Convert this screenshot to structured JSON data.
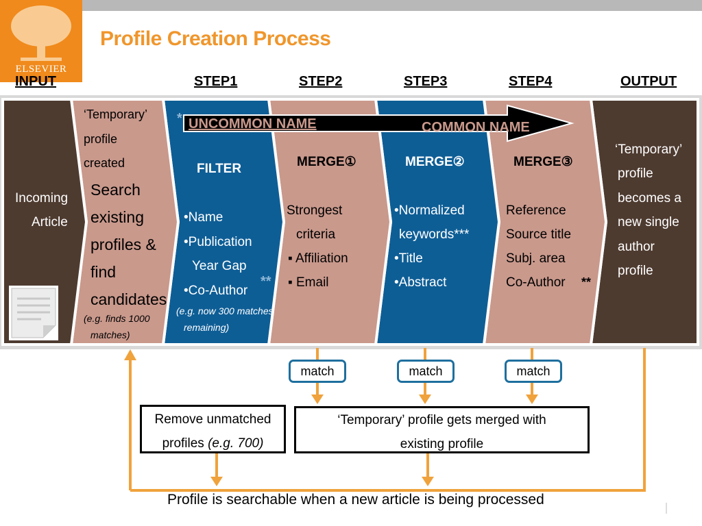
{
  "brand": {
    "logo_text": "ELSEVIER"
  },
  "title": "Profile Creation Process",
  "headers": {
    "input": "INPUT",
    "step1": "STEP1",
    "step2": "STEP2",
    "step3": "STEP3",
    "step4": "STEP4",
    "output": "OUTPUT"
  },
  "arrow_labels": {
    "uncommon": "UNCOMMON NAME",
    "common": "COMMON NAME",
    "star": "*"
  },
  "input": {
    "line1": "Incoming",
    "line2": "Article"
  },
  "temp": {
    "l1": "‘Temporary’",
    "l2": "profile",
    "l3": "created",
    "s1": "Search",
    "s2": "existing",
    "s3": "profiles &",
    "s4": "find",
    "s5": "candidates",
    "e1": "(e.g. finds 1000",
    "e2": "matches)"
  },
  "filter": {
    "label": "FILTER",
    "i1": "•Name",
    "i2": "•Publication",
    "i3": "Year Gap",
    "i4": "•Co-Author",
    "stars": "**",
    "e1": "(e.g. now 300 matches",
    "e2": "remaining)"
  },
  "merge1": {
    "label": "MERGE①",
    "i1": "Strongest",
    "i2": "criteria",
    "i3": "▪ Affiliation",
    "i4": "▪ Email"
  },
  "merge2": {
    "label": "MERGE②",
    "i1": "•Normalized",
    "i2": "keywords***",
    "i3": "•Title",
    "i4": "•Abstract"
  },
  "merge3": {
    "label": "MERGE③",
    "i1": "Reference",
    "i2": "Source title",
    "i3": "Subj. area",
    "i4": "Co-Author",
    "stars": "**"
  },
  "output": {
    "l1": "‘Temporary’",
    "l2": "profile",
    "l3": "becomes  a",
    "l4": "new single",
    "l5": "author",
    "l6": "profile"
  },
  "match_label": "match",
  "remove_box": {
    "l1": "Remove unmatched",
    "l2": "profiles ",
    "l2i": "(e.g. 700)"
  },
  "merge_box": {
    "l1": "‘Temporary’ profile gets merged with",
    "l2": "existing profile"
  },
  "footer": "Profile is searchable when a new article is being processed",
  "colors": {
    "brown_dark": "#4e3b30",
    "pink": "#c9998c",
    "blue": "#0e5e96",
    "orange": "#f0a23c",
    "title_orange": "#f0962c"
  }
}
